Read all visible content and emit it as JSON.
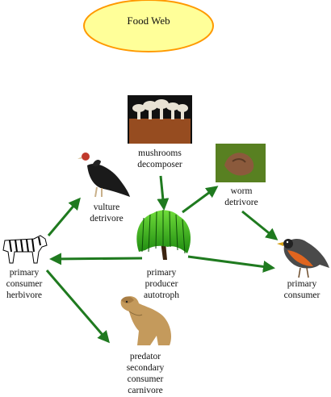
{
  "title": "Food Web",
  "nodes": {
    "mushrooms": {
      "line1": "mushrooms",
      "line2": "decomposer"
    },
    "vulture": {
      "line1": "vulture",
      "line2": "detrivore"
    },
    "worm": {
      "line1": "worm",
      "line2": "detrivore"
    },
    "zebra": {
      "line1": "primary",
      "line2": "consumer",
      "line3": "herbivore"
    },
    "tree": {
      "line1": "primary",
      "line2": "producer",
      "line3": "autotroph"
    },
    "robin": {
      "line1": "primary",
      "line2": "consumer"
    },
    "cougar": {
      "line1": "predator",
      "line2": "secondary",
      "line3": "consumer",
      "line4": "carnivore"
    }
  },
  "colors": {
    "title_fill": "#ffff99",
    "title_stroke": "#ff9900",
    "arrow": "#1f7a1f"
  }
}
